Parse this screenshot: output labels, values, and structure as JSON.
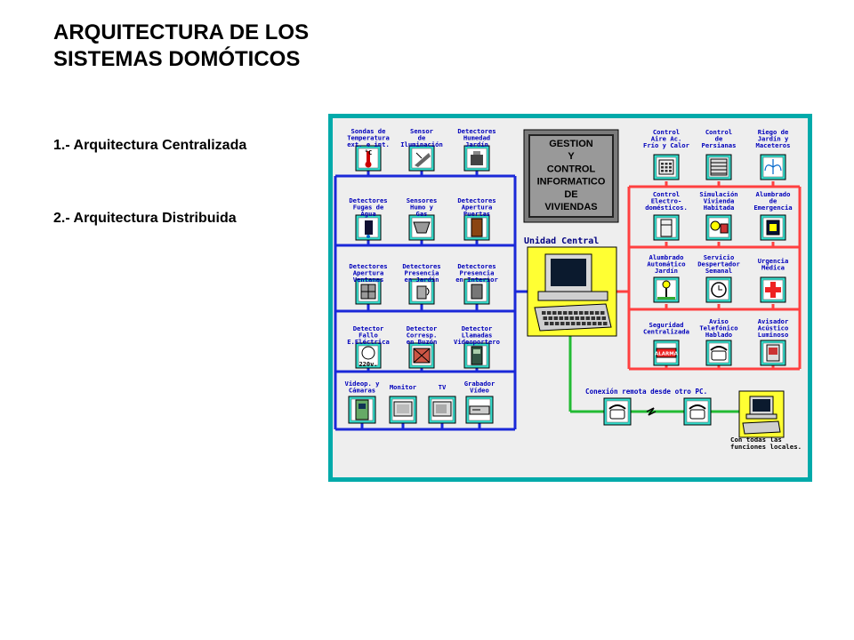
{
  "slide": {
    "title": "ARQUITECTURA DE LOS SISTEMAS DOMÓTICOS",
    "bullets": [
      "1.- Arquitectura Centralizada",
      "2.- Arquitectura Distribuida"
    ]
  },
  "diagram": {
    "gestion_box": [
      "GESTION",
      "Y",
      "CONTROL",
      "INFORMATICO",
      "DE",
      "VIVIENDAS"
    ],
    "central_label": "Unidad Central",
    "left_devices": [
      {
        "lines": [
          "Sondas de",
          "Temperatura",
          "ext. e int."
        ],
        "icon": "thermometer-icon",
        "badge": "°C"
      },
      {
        "lines": [
          "Sensor",
          "de",
          "Iluminación"
        ],
        "icon": "light-sensor-icon"
      },
      {
        "lines": [
          "Detectores",
          "Humedad",
          "Jardín"
        ],
        "icon": "humidity-sensor-icon"
      },
      {
        "lines": [
          "Detectores",
          "Fugas de",
          "Agua"
        ],
        "icon": "water-leak-icon"
      },
      {
        "lines": [
          "Sensores",
          "Humo y",
          "Gas"
        ],
        "icon": "smoke-gas-icon"
      },
      {
        "lines": [
          "Detectores",
          "Apertura",
          "Puertas"
        ],
        "icon": "door-icon"
      },
      {
        "lines": [
          "Detectores",
          "Apertura",
          "Ventanas"
        ],
        "icon": "window-icon"
      },
      {
        "lines": [
          "Detectores",
          "Presencia",
          "en Jardín"
        ],
        "icon": "garden-presence-icon"
      },
      {
        "lines": [
          "Detectores",
          "Presencia",
          "en Interior"
        ],
        "icon": "indoor-presence-icon"
      },
      {
        "lines": [
          "Detector",
          "Fallo",
          "E.Eléctrica"
        ],
        "icon": "power-outlet-icon",
        "badge": "220v."
      },
      {
        "lines": [
          "Detector",
          "Corresp.",
          "en Buzón"
        ],
        "icon": "mailbox-icon"
      },
      {
        "lines": [
          "Detector",
          "Llamadas",
          "Videoportero"
        ],
        "icon": "intercom-icon"
      }
    ],
    "av_devices": [
      {
        "lines": [
          "Videop. y",
          "Cámaras"
        ],
        "icon": "video-intercom-icon"
      },
      {
        "lines": [
          "Monitor"
        ],
        "icon": "monitor-icon"
      },
      {
        "lines": [
          "TV"
        ],
        "icon": "tv-icon"
      },
      {
        "lines": [
          "Grabador",
          "Vídeo"
        ],
        "icon": "vcr-icon"
      }
    ],
    "right_devices": [
      {
        "lines": [
          "Control",
          "Aire Ac.",
          "Frío y Calor"
        ],
        "icon": "ac-control-icon"
      },
      {
        "lines": [
          "Control",
          "de",
          "Persianas"
        ],
        "icon": "blinds-icon"
      },
      {
        "lines": [
          "Riego de",
          "Jardín y",
          "Maceteros"
        ],
        "icon": "sprinkler-icon"
      },
      {
        "lines": [
          "Control",
          "Electro-",
          "domésticos."
        ],
        "icon": "appliance-icon"
      },
      {
        "lines": [
          "Simulación",
          "Vivienda",
          "Habitada"
        ],
        "icon": "occupancy-sim-icon"
      },
      {
        "lines": [
          "Alumbrado",
          "de",
          "Emergencia"
        ],
        "icon": "emergency-light-icon"
      },
      {
        "lines": [
          "Alumbrado",
          "Automático",
          "Jardín"
        ],
        "icon": "garden-lamp-icon"
      },
      {
        "lines": [
          "Servicio",
          "Despertador",
          "Semanal"
        ],
        "icon": "alarm-clock-icon"
      },
      {
        "lines": [
          "Urgencia",
          "Médica"
        ],
        "icon": "medical-cross-icon"
      },
      {
        "lines": [
          "Seguridad",
          "Centralizada"
        ],
        "icon": "security-alarm-icon",
        "badge": "ALARMA"
      },
      {
        "lines": [
          "Aviso",
          "Telefónico",
          "Hablado"
        ],
        "icon": "phone-icon"
      },
      {
        "lines": [
          "Avisador",
          "Acústico",
          "Luminoso"
        ],
        "icon": "siren-icon"
      }
    ],
    "remote_label": "Conexión remota desde otro PC.",
    "remote_note": [
      "Con todas las",
      "funciones locales."
    ],
    "colors": {
      "frame": "#00aaaa",
      "canvas": "#eeeeee",
      "left_bus": "#1a28d8",
      "right_bus": "#ff4040",
      "remote_bus": "#22bb33",
      "tile": "#33ddcc",
      "gestion_bg": "#888888",
      "central_bg": "#ffff33"
    }
  }
}
